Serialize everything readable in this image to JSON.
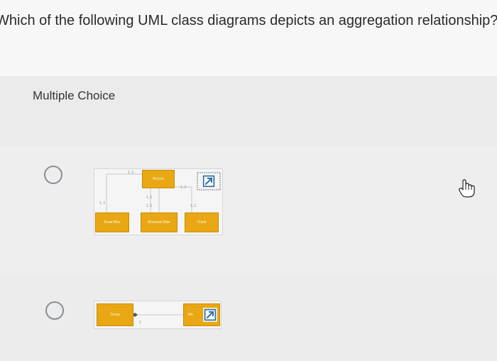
{
  "question": {
    "text": "Which of the following UML class diagrams depicts an aggregation relationship?"
  },
  "section": {
    "label": "Multiple Choice"
  },
  "choices": [
    {
      "id": "choice-1",
      "classes": {
        "bicycle": "Bicycle",
        "road_bike": "Road Bike",
        "mountain_bike": "Mountain Bike",
        "crank": "Crank"
      },
      "multiplicities": {
        "top": "1..1",
        "right_top": "1..1",
        "left": "1..1",
        "mid_1": "1..1",
        "mid_2": "1..1",
        "right_mid": "1..1"
      }
    },
    {
      "id": "choice-2",
      "classes": {
        "left": "Group",
        "right": "Mo"
      },
      "multiplicities": {
        "bottom": "1"
      }
    }
  ],
  "colors": {
    "class_fill": "#e8a713",
    "radio_border": "#8a8f96",
    "expand_icon": "#2f6fa7"
  },
  "icons": [
    "expand-icon",
    "hand-cursor-icon"
  ]
}
